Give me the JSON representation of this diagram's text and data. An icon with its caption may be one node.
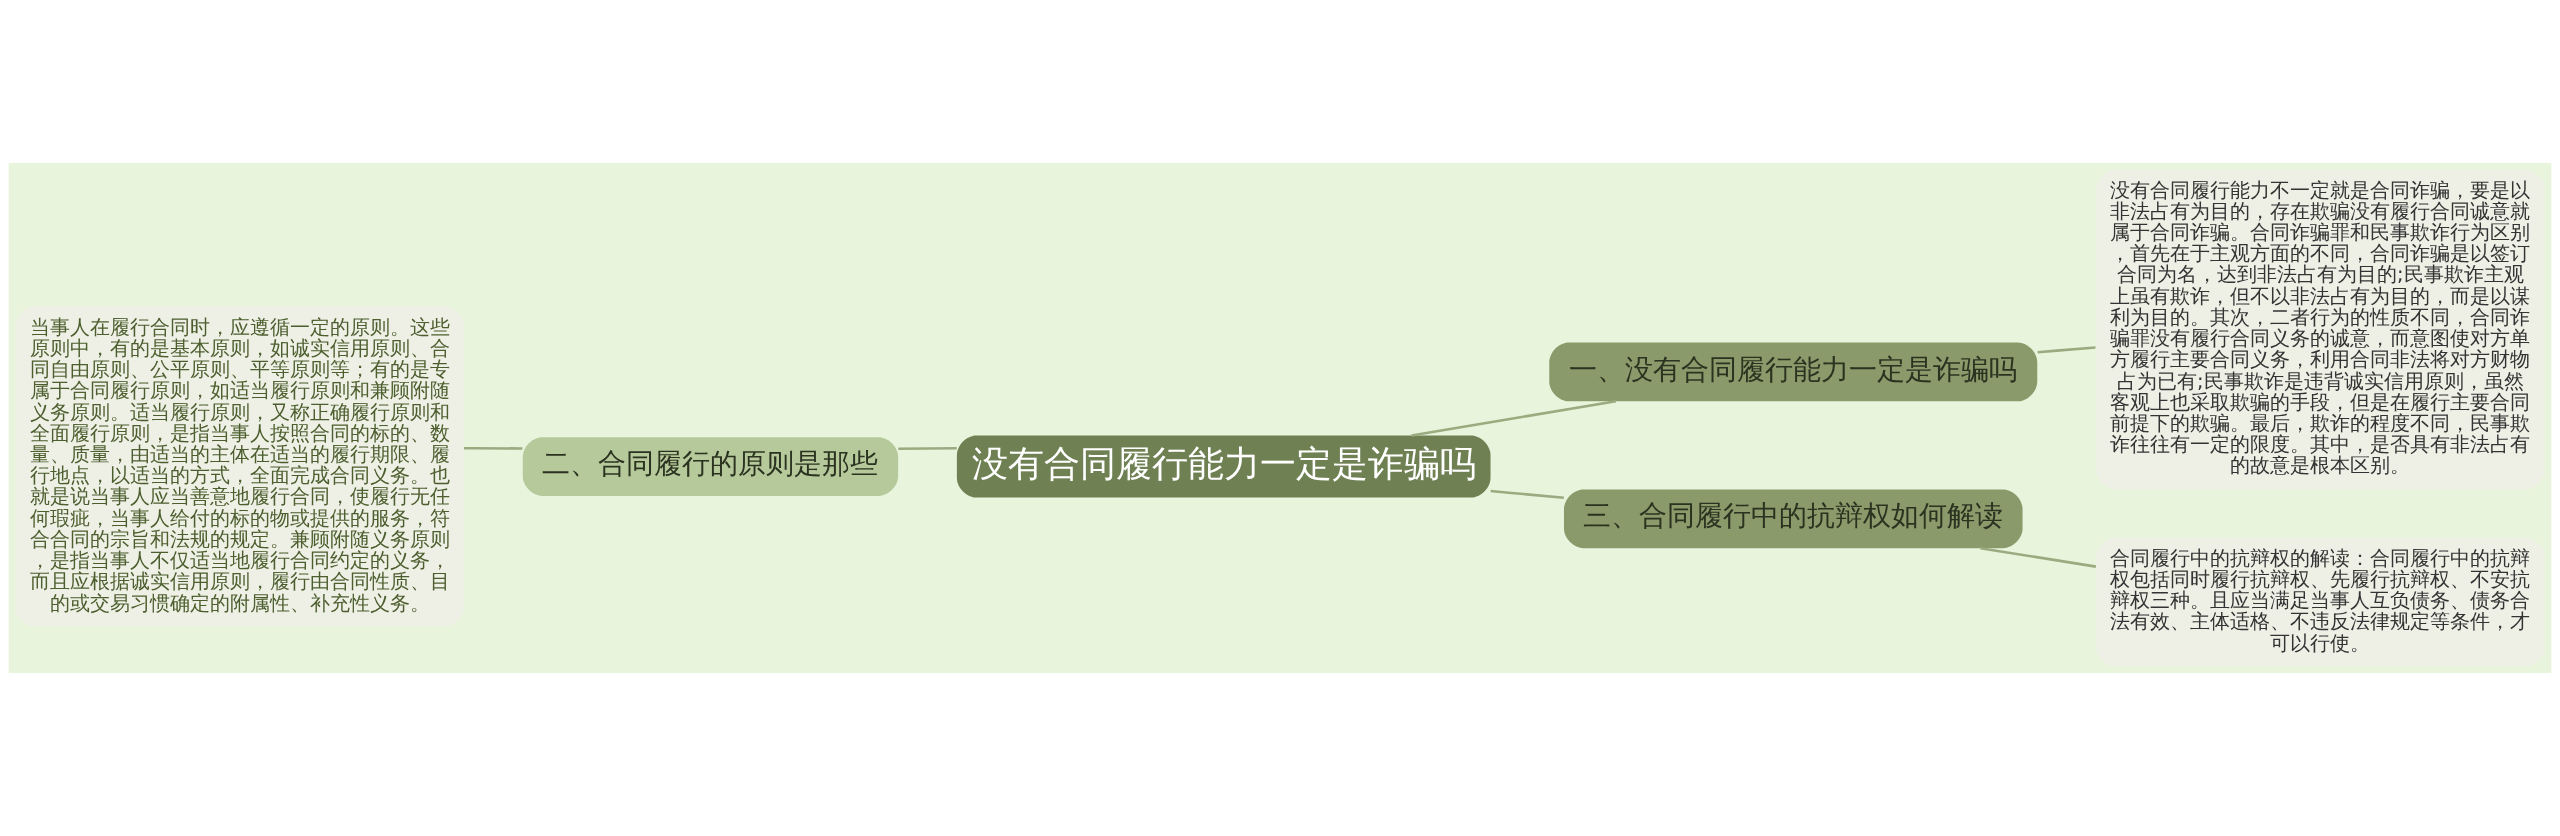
{
  "diagram": {
    "nodes": [
      {
        "text": [
          "没有合同履行能力一定是诈骗吗"
        ]
      },
      {
        "text": [
          "一、没有合同履行能力一定是诈骗吗"
        ]
      },
      {
        "text": [
          "没有合同履行能力不一定就是合同诈骗，要是以非法占有为目的，存在欺骗没有履行合同诚意就属于合同诈骗。合同诈骗罪和民事欺诈行为区别，首先在于主观方面的不同，合同诈骗是以签订合同为名，达到非法占有为目的;民事欺诈主观上虽有欺诈，但不以非法占有为目的，而是以谋利为目的。其次，二者行为的性质不同，合同诈骗罪没有履行合同义务的诚意，而意图使对方单方履行主要合同义务，利用合同非法将对方财物占为已有;民事欺诈是违背诚实信用原则，虽然客观上也采取欺骗的手段，但是在履行主要合同前提下的欺骗。最后，欺诈的程度不同，民事欺诈往往有一定的限度。其中，是否具有非法占有的故意是根本区别。"
        ]
      },
      {
        "text": [
          "二、合同履行的原则是那些"
        ]
      },
      {
        "text": [
          "当事人在履行合同时，应遵循一定的原则。这些原则中，有的是基本原则，如诚实信用原则、合同自由原则、公平原则、平等原则等；有的是专属于合同履行原则，如适当履行原则和兼顾附随义务原则。适当履行原则，又称正确履行原则和全面履行原则，是指当事人按照合同的标的、数量、质量，由适当的主体在适当的履行期限、履行地点，以适当的方式，全面完成合同义务。也就是说当事人应当善意地履行合同，使履行无任何瑕疵，当事人给付的标的物或提供的服务，符合合同的宗旨和法规的规定。兼顾附随义务原则，是指当事人不仅适当地履行合同约定的义务，而且应根据诚实信用原则，履行由合同性质、目的或交易习惯确定的附属性、补充性义务。"
        ]
      },
      {
        "text": [
          "三、合同履行中的抗辩权如何解读"
        ]
      },
      {
        "text": [
          "合同履行中的抗辩权的解读：合同履行中的抗辩权包括同时履行抗辩权、先履行抗辩权、不安抗辩权三种。且应当满足当事人互负债务、债务合法有效、主体适格、不违反法律规定等条件，才可以行使。"
        ]
      }
    ],
    "edges": [
      {
        "from": 0,
        "to": 1,
        "arrow": "none"
      },
      {
        "from": 1,
        "to": 2,
        "arrow": "none"
      },
      {
        "from": 0,
        "to": 3,
        "arrow": "none"
      },
      {
        "from": 3,
        "to": 4,
        "arrow": "none"
      },
      {
        "from": 0,
        "to": 5,
        "arrow": "none"
      },
      {
        "from": 5,
        "to": 6,
        "arrow": "none"
      }
    ]
  }
}
